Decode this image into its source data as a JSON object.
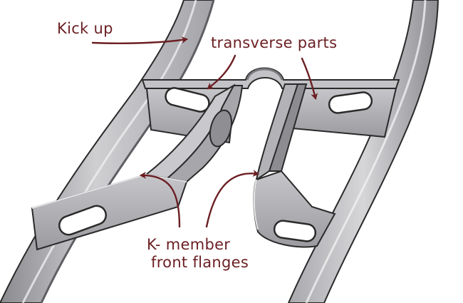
{
  "labels": {
    "kick_up": "Kick up",
    "transverse_parts": "transverse parts",
    "k_member_line1": "K- member",
    "k_member_line2": "front flanges"
  },
  "colors": {
    "annotation": "#6b1f23",
    "metal_light": "#d2d2d4",
    "metal_mid": "#aeaeb2",
    "metal_dark": "#7d7d82",
    "outline": "#2a2a2a",
    "background": "#ffffff"
  }
}
